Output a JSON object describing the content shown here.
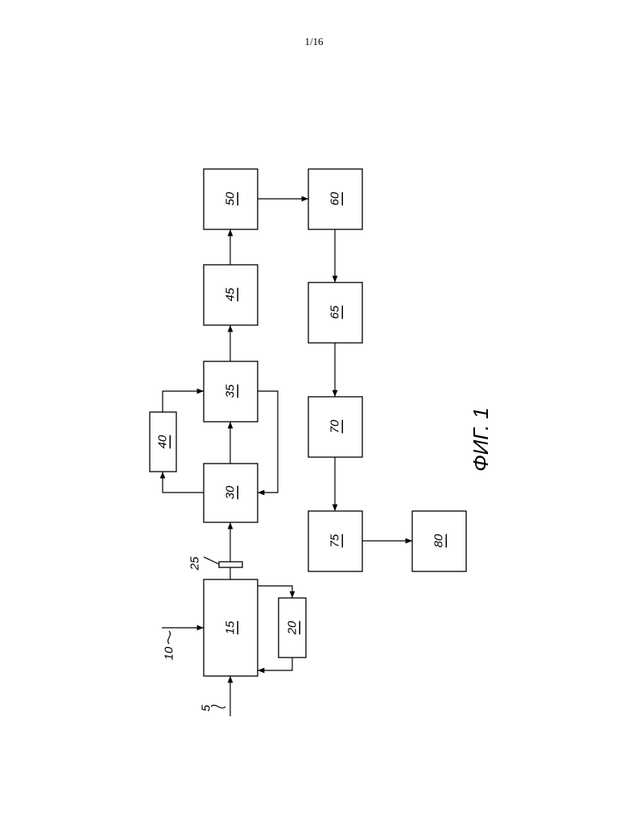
{
  "page": {
    "page_number": "1/16"
  },
  "figure": {
    "caption": "ФИГ. 1",
    "blocks": {
      "b15": "15",
      "b20": "20",
      "b30": "30",
      "b35": "35",
      "b40": "40",
      "b45": "45",
      "b50": "50",
      "b60": "60",
      "b65": "65",
      "b70": "70",
      "b75": "75",
      "b80": "80"
    },
    "refs": {
      "r5": "5",
      "r10": "10",
      "r25": "25"
    }
  }
}
